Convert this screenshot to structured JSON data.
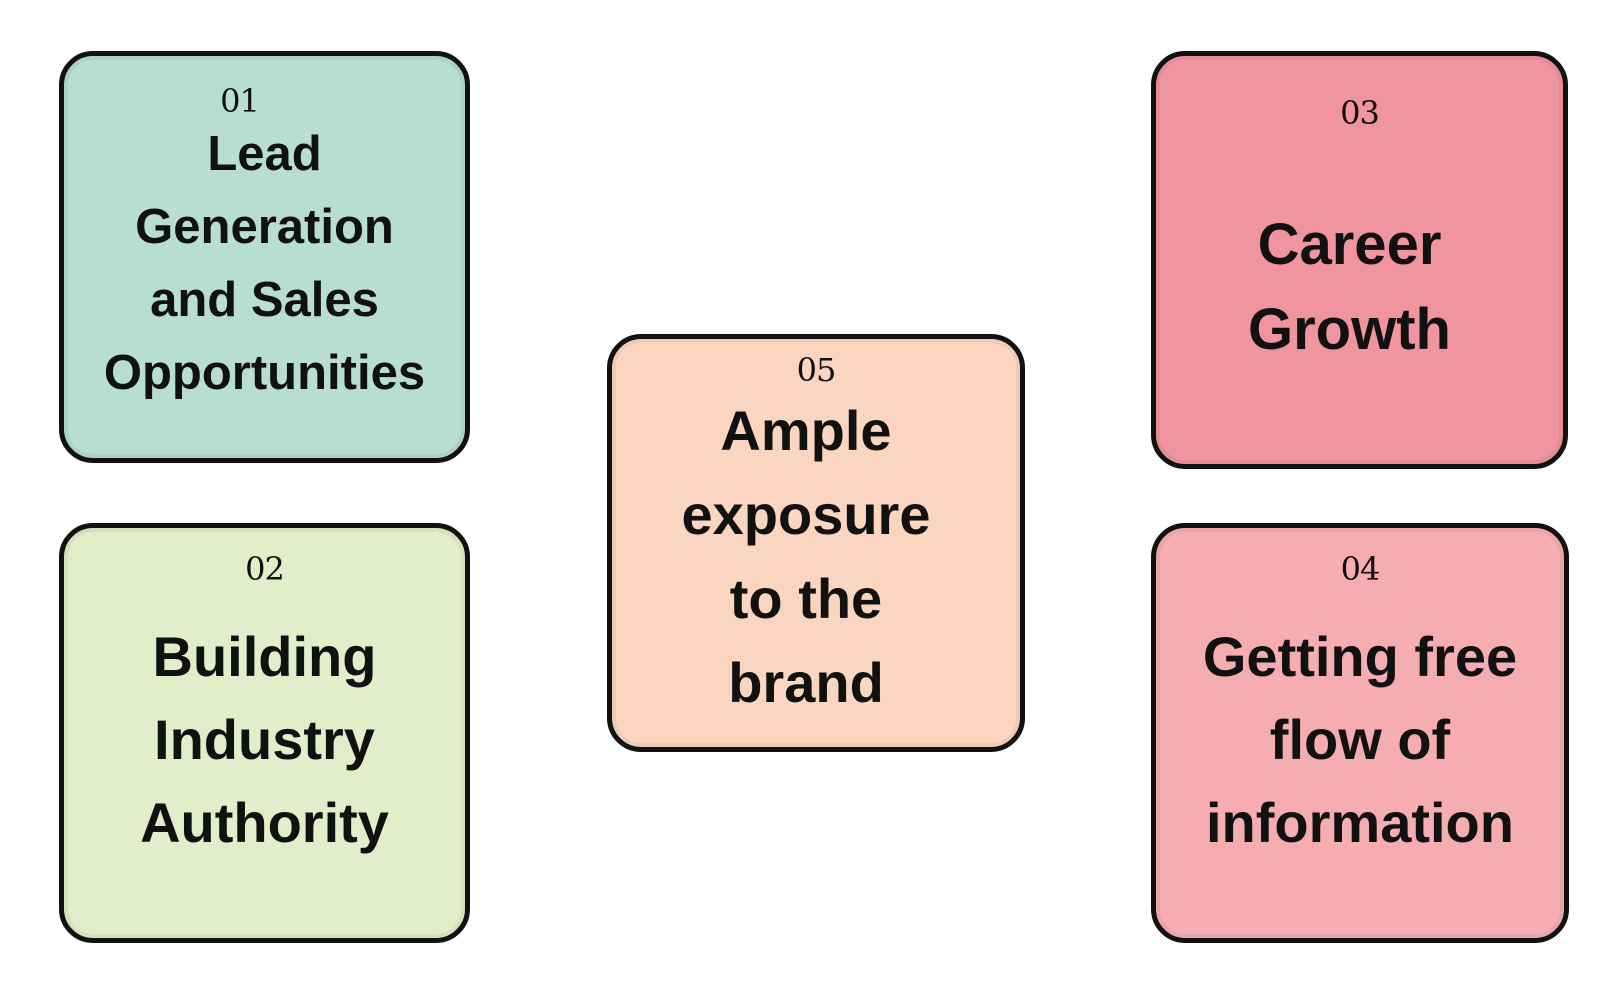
{
  "cards": [
    {
      "id": "01",
      "number": "01",
      "label": "Lead\nGeneration\nand Sales\nOpportunities",
      "color": "#b8ddd2"
    },
    {
      "id": "02",
      "number": "02",
      "label": "Building\nIndustry\nAuthority",
      "color": "#e2edca"
    },
    {
      "id": "03",
      "number": "03",
      "label": "Career\nGrowth",
      "color": "#f0959f"
    },
    {
      "id": "04",
      "number": "04",
      "label": "Getting free\nflow of\ninformation",
      "color": "#f6adb1"
    },
    {
      "id": "05",
      "number": "05",
      "label": "Ample\nexposure\nto the\nbrand",
      "color": "#fad6c1"
    }
  ]
}
